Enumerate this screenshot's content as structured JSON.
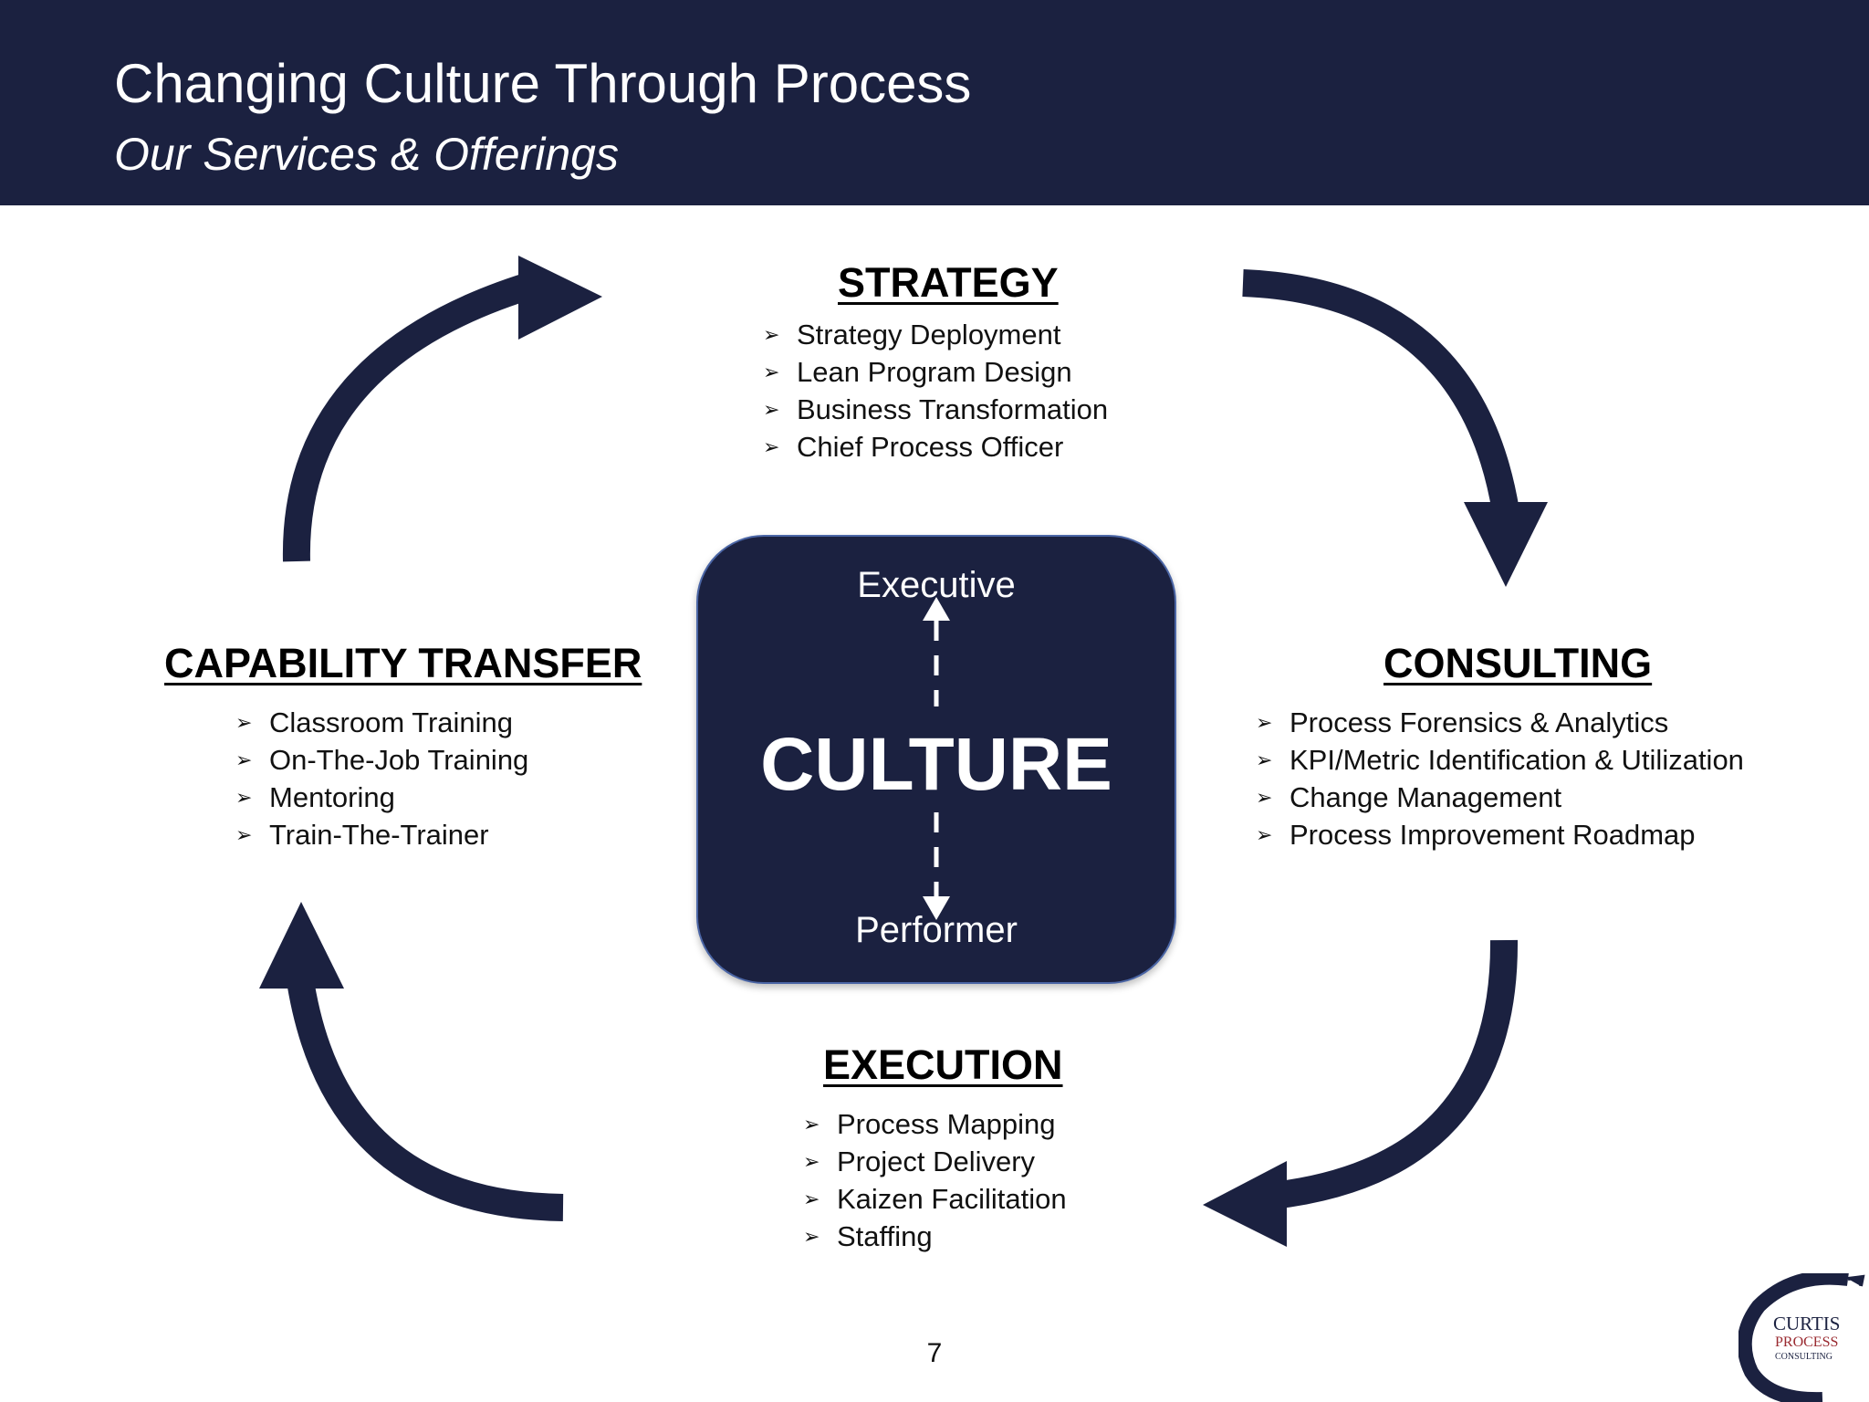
{
  "header": {
    "title": "Changing Culture Through Process",
    "subtitle": "Our Services & Offerings"
  },
  "strategy": {
    "heading": "STRATEGY",
    "items": [
      "Strategy Deployment",
      "Lean Program Design",
      "Business Transformation",
      "Chief Process Officer"
    ]
  },
  "consulting": {
    "heading": "CONSULTING",
    "items": [
      "Process Forensics & Analytics",
      "KPI/Metric Identification & Utilization",
      "Change Management",
      "Process Improvement Roadmap"
    ]
  },
  "execution": {
    "heading": "EXECUTION",
    "items": [
      "Process Mapping",
      "Project Delivery",
      "Kaizen Facilitation",
      "Staffing"
    ]
  },
  "capability": {
    "heading": "CAPABILITY TRANSFER",
    "items": [
      "Classroom Training",
      "On-The-Job Training",
      "Mentoring",
      "Train-The-Trainer"
    ]
  },
  "culture": {
    "top_label": "Executive",
    "center_label": "CULTURE",
    "bottom_label": "Performer"
  },
  "page_number": "7",
  "logo": {
    "line1": "CURTIS",
    "line2": "PROCESS",
    "line3": "CONSULTING"
  },
  "bullet_glyph": "➢",
  "colors": {
    "navy": "#1b2140",
    "logo_red": "#9a2a30"
  }
}
